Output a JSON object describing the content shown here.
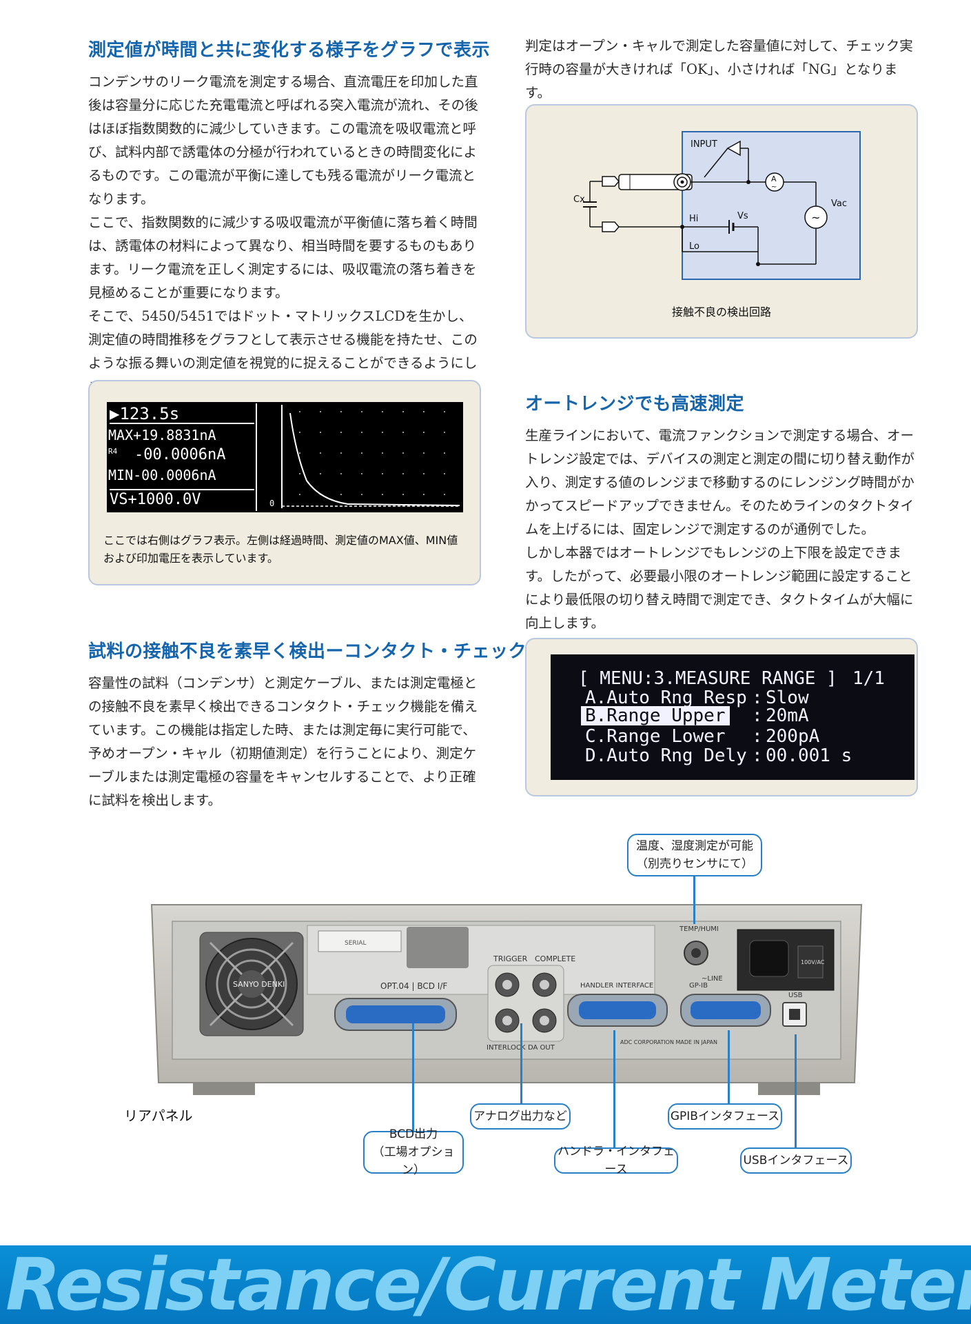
{
  "section_graph": {
    "heading": "測定値が時間と共に変化する様子をグラフで表示",
    "paragraphs": [
      "コンデンサのリーク電流を測定する場合、直流電圧を印加した直後は容量分に応じた充電電流と呼ばれる突入電流が流れ、その後はほぼ指数関数的に減少していきます。この電流を吸収電流と呼び、試料内部で誘電体の分極が行われているときの時間変化によるものです。この電流が平衡に達しても残る電流がリーク電流となります。",
      "ここで、指数関数的に減少する吸収電流が平衡値に落ち着く時間は、誘電体の材料によって異なり、相当時間を要するものもあります。リーク電流を正しく測定するには、吸収電流の落ち着きを見極めることが重要になります。",
      "そこで、5450/5451ではドット・マトリックスLCDを生かし、測定値の時間推移をグラフとして表示させる機能を持たせ、このような振る舞いの測定値を視覚的に捉えることができるようにしました。"
    ]
  },
  "lcd_graph": {
    "time": "▶123.5s",
    "max": "MAX+19.8831nA",
    "r_label": "R4",
    "current": "-00.0006nA",
    "min": "MIN-00.0006nA",
    "vs": "VS+1000.0V",
    "zero": "0",
    "caption": "ここでは右側はグラフ表示。左側は経過時間、測定値のMAX値、MIN値および印加電圧を表示しています。"
  },
  "section_contact": {
    "heading": "試料の接触不良を素早く検出ーコンタクト・チェック機能",
    "paragraph": "容量性の試料（コンデンサ）と測定ケーブル、または測定電極との接触不良を素早く検出できるコンタクト・チェック機能を備えています。この機能は指定した時、または測定毎に実行可能で、予めオープン・キャル（初期値測定）を行うことにより、測定ケーブルまたは測定電極の容量をキャンセルすることで、より正確に試料を検出します。"
  },
  "judgement_text": "判定はオープン・キャルで測定した容量値に対して、チェック実行時の容量が大きければ「OK」、小さければ「NG」となります。",
  "circuit": {
    "input": "INPUT",
    "cx": "Cx",
    "hi": "Hi",
    "lo": "Lo",
    "vs": "Vs",
    "vac": "Vac",
    "ammeter": "A",
    "tilde": "~",
    "caption": "接触不良の検出回路"
  },
  "section_autorange": {
    "heading": "オートレンジでも高速測定",
    "paragraphs": [
      "生産ラインにおいて、電流ファンクションで測定する場合、オートレンジ設定では、デバイスの測定と測定の間に切り替え動作が入り、測定する値のレンジまで移動するのにレンジング時間がかかってスピードアップできません。そのためラインのタクトタイムを上げるには、固定レンジで測定するのが通例でした。",
      "しかし本器ではオートレンジでもレンジの上下限を設定できます。したがって、必要最小限のオートレンジ範囲に設定することにより最低限の切り替え時間で測定でき、タクトタイムが大幅に向上します。"
    ]
  },
  "menu_lcd": {
    "title": "[ MENU:3.MEASURE RANGE ]",
    "page": "1/1",
    "rows": [
      {
        "label": "A.Auto Rng Resp",
        "sep": ":",
        "value": "Slow"
      },
      {
        "label": "B.Range Upper",
        "sep": ":",
        "value": "20mA"
      },
      {
        "label": "C.Range Lower",
        "sep": ":",
        "value": "200pA"
      },
      {
        "label": "D.Auto Rng Dely",
        "sep": ":",
        "value": "00.001 s"
      }
    ]
  },
  "rear_panel": {
    "title": "リアパネル",
    "device_text": {
      "serial": "SERIAL",
      "opt": "OPT.04 | BCD I/F",
      "trigger": "TRIGGER",
      "complete": "COMPLETE",
      "interlock": "INTERLOCK",
      "daout": "DA OUT",
      "handler": "HANDLER INTERFACE",
      "gpib": "GP-IB",
      "usb": "USB",
      "temp": "TEMP/HUMI",
      "line": "~LINE",
      "maker": "ADC CORPORATION MADE IN JAPAN",
      "fan_brand": "SANYO DENKI",
      "switch_label": "100V/AC"
    },
    "callouts": {
      "temp_line1": "温度、湿度測定が可能",
      "temp_line2": "（別売りセンサにて）",
      "analog": "アナログ出力など",
      "gpib": "GPIBインタフェース",
      "bcd_line1": "BCD出力",
      "bcd_line2": "（工場オプション）",
      "handler": "ハンドラ・インタフェース",
      "usb": "USBインタフェース"
    }
  },
  "banner": {
    "title": "Resistance/Current Meter"
  },
  "colors": {
    "heading_blue": "#1565ad",
    "panel_bg": "#f0ece0",
    "callout_blue": "#2a80c6",
    "banner_blue": "#0a8fd6",
    "banner_text": "#7fd0f5"
  }
}
